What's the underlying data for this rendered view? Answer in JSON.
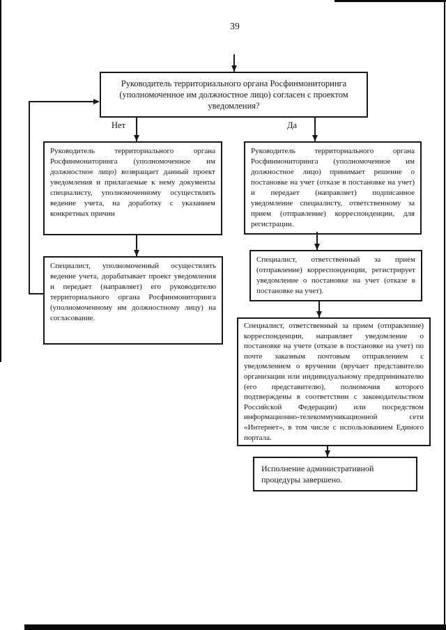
{
  "page": {
    "number": "39"
  },
  "colors": {
    "ink": "#141414",
    "paper": "#ffffff",
    "scan_edge": "#0a0a0a"
  },
  "flowchart": {
    "decision": "Руководитель территориального органа Росфинмониторинга (уполномоченное им должностное лицо) согласен с проектом уведомления?",
    "branch_labels": {
      "no": "Нет",
      "yes": "Да"
    },
    "no_branch": [
      "Руководитель территориального органа Росфинмониторинга (уполномоченное им должностное лицо) возвращает данный проект уведомления и прилагаемые к нему документы специалисту, уполномоченному осуществлять ведение учета, на доработку с указанием конкретных причин",
      "Специалист, уполномоченный осуществлять ведение учета, дорабатывает проект уведомления и передает (направляет) его руководителю территориального органа Росфинмониторинга (уполномоченному им должностному лицу) на согласование."
    ],
    "yes_branch": [
      "Руководитель территориального органа Росфинмониторинга (уполномоченное им должностное лицо) принимает решение о постановке на учет (отказе в постановке на учет) и передает (направляет) подписанное уведомление специалисту, ответственному за прием (отправление) корреспонденции, для регистрации.",
      "Специалист, ответственный за прием (отправление) корреспонденции, регистрирует уведомление о постановке на учет (отказе в постановке на учет).",
      "Специалист, ответственный за прием (отправление) корреспонденции, направляет уведомление о постановке на учете (отказе в постановке на учет) по почте заказным почтовым отправлением с уведомлением о вручении (вручает представителю организации или индивидуальному предпринимателю (его представителю), полномочия которого подтверждены в соответствии с законодательством Российской Федерации) или посредством информационно-телекоммуникационной сети «Интернет», в том числе с использованием Единого портала.",
      "Исполнение административной процедуры завершено."
    ]
  }
}
